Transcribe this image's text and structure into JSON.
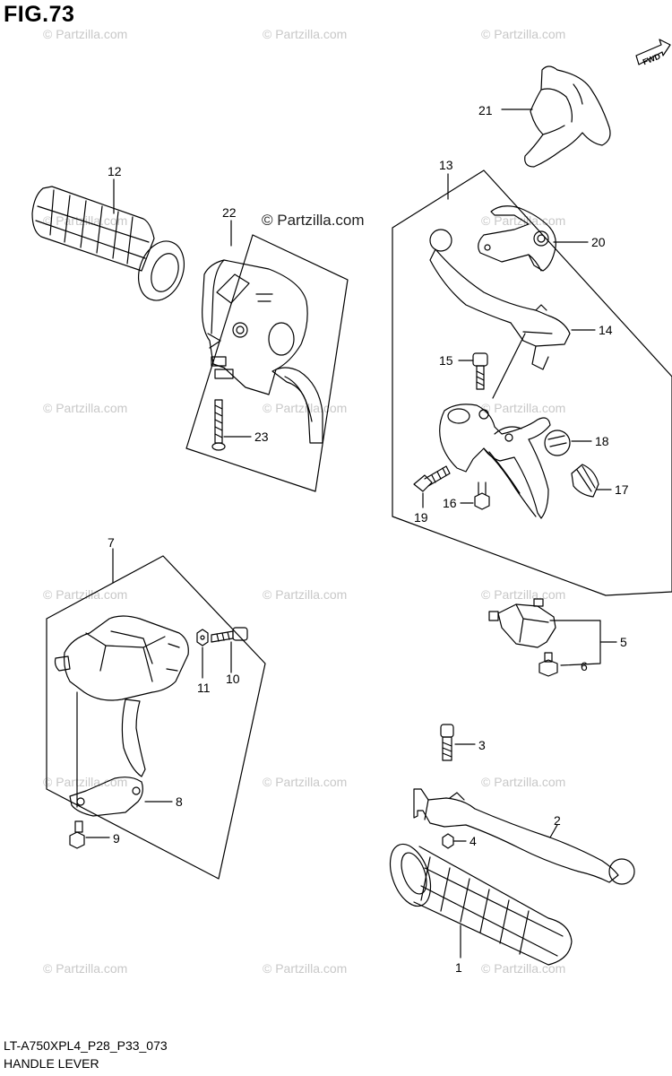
{
  "title": "FIG.73",
  "drawing_code": "LT-A750XPL4_P28_P33_073",
  "caption": "HANDLE LEVER",
  "watermark_main": "© Partzilla.com",
  "watermark": "© Partzilla.com",
  "fwd_badge": "FWD",
  "callouts": {
    "p1": "1",
    "p2": "2",
    "p3": "3",
    "p4": "4",
    "p5": "5",
    "p6": "6",
    "p7": "7",
    "p8": "8",
    "p9": "9",
    "p10": "10",
    "p11": "11",
    "p12": "12",
    "p13": "13",
    "p14": "14",
    "p15": "15",
    "p16": "16",
    "p17": "17",
    "p18": "18",
    "p19": "19",
    "p20": "20",
    "p21": "21",
    "p22": "22",
    "p23": "23"
  },
  "colors": {
    "line": "#000000",
    "watermark": "#c8c8c8",
    "background": "#ffffff"
  }
}
